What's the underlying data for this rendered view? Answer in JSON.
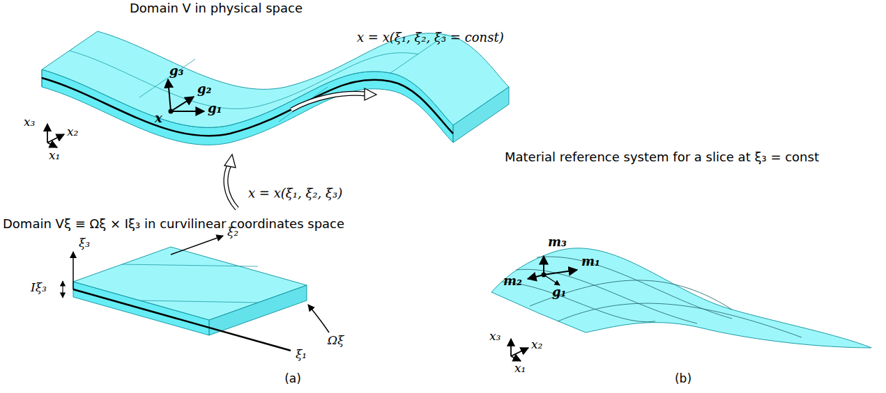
{
  "diagram": {
    "labels": [
      "Domain V in physical space",
      "x = x(ξ₁, ξ₂, ξ₃ = const)",
      "Material reference system for a slice at ξ₃ = const",
      "g₃",
      "g₂",
      "g₁",
      "x",
      "x₃",
      "x₂",
      "x₁",
      "x = x(ξ₁, ξ₂, ξ₃)",
      "Domain Vξ ≡ Ωξ × Iξ₃ in curvilinear coordinates space",
      "ξ₃",
      "ξ₂",
      "Iξ₃",
      "ξ₁",
      "Ωξ",
      "(a)",
      "m₃",
      "m₂",
      "m₁",
      "g₁",
      "x₃",
      "x₂",
      "x₁",
      "(b)"
    ]
  }
}
